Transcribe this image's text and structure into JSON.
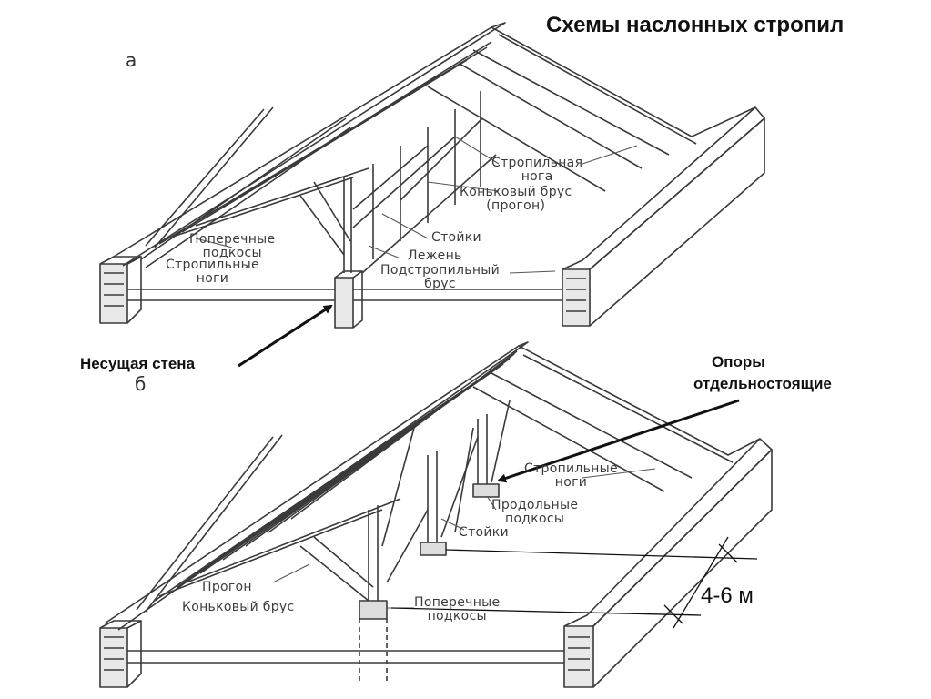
{
  "title": "Схемы наслонных стропил",
  "schemes": [
    {
      "letter": "а",
      "labels": {
        "rafter_leg": [
          "Стропильная",
          "нога"
        ],
        "ridge_beam": [
          "Коньковый брус",
          "(прогон)"
        ],
        "cross_braces": [
          "Поперечные",
          "подкосы"
        ],
        "posts": "Стойки",
        "rafter_legs": [
          "Стропильные",
          "ноги"
        ],
        "sill": "Лежень",
        "wall_plate": [
          "Подстропильный",
          "брус"
        ]
      }
    },
    {
      "letter": "б",
      "labels": {
        "rafter_legs": [
          "Стропильные",
          "ноги"
        ],
        "longitudinal_braces": [
          "Продольные",
          "подкосы"
        ],
        "posts": "Стойки",
        "purlin": "Прогон",
        "ridge_beam": "Коньковый брус",
        "cross_braces": [
          "Поперечные",
          "подкосы"
        ]
      }
    }
  ],
  "callouts": {
    "bearing_wall": "Несущая стена",
    "supports": [
      "Опоры",
      "отдельностоящие"
    ]
  },
  "dimension": "4-6 м"
}
